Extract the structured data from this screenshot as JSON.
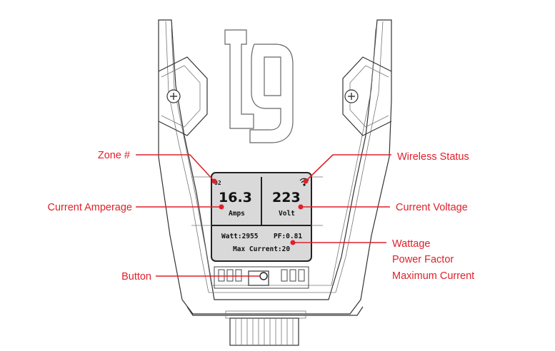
{
  "screen": {
    "zone": "02",
    "amps_value": "16.3",
    "amps_unit": "Amps",
    "volt_value": "223",
    "volt_unit": "Volt",
    "watt": "Watt:2955",
    "pf": "PF:0.81",
    "max_current": "Max Current:20"
  },
  "labels": {
    "zone": "Zone #",
    "wireless": "Wireless Status",
    "current_amperage": "Current Amperage",
    "current_voltage": "Current Voltage",
    "wattage": "Wattage",
    "power_factor": "Power Factor",
    "maximum_current": "Maximum Current",
    "button": "Button"
  },
  "colors": {
    "callout": "#e0202a",
    "screen_bg": "#d9d9d9"
  },
  "icons": [
    "logo-tg",
    "screw-icon",
    "wifi-icon"
  ]
}
